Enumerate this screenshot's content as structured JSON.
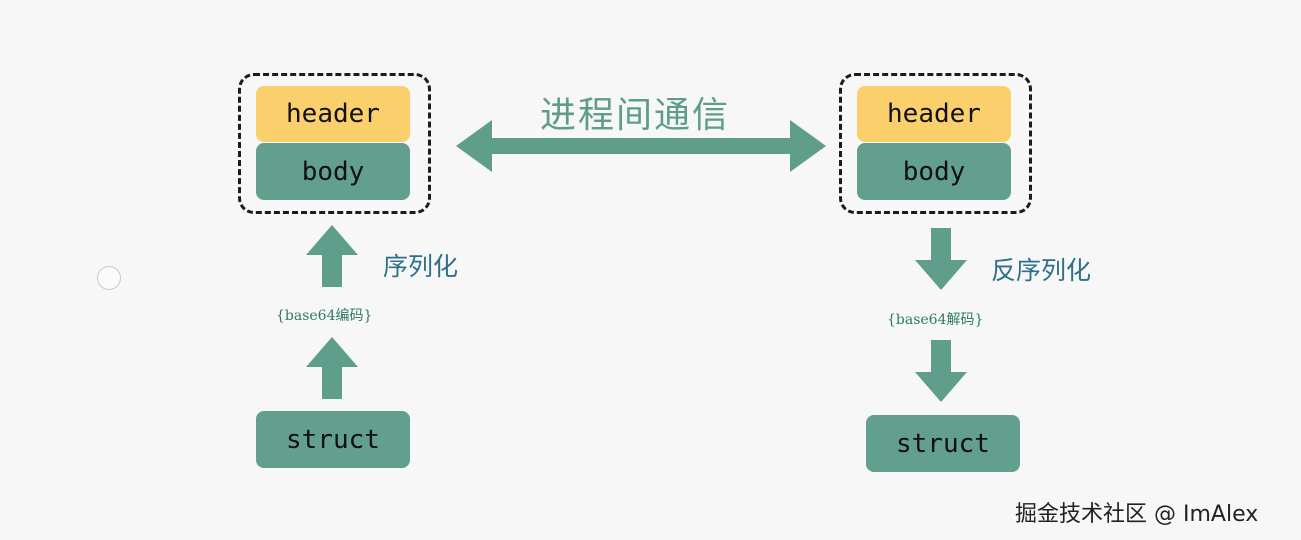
{
  "title": "进程间通信",
  "left": {
    "header": "header",
    "body": "body",
    "step": "序列化",
    "encode": "{base64编码}",
    "struct": "struct"
  },
  "right": {
    "header": "header",
    "body": "body",
    "step": "反序列化",
    "decode": "{base64解码}",
    "struct": "struct"
  },
  "watermark": "掘金技术社区 @ ImAlex",
  "colors": {
    "header": "#fbcf6b",
    "body": "#629f8e",
    "arrow": "#5e9e8a",
    "title": "#5e9e86",
    "label": "#2f6f8a"
  }
}
